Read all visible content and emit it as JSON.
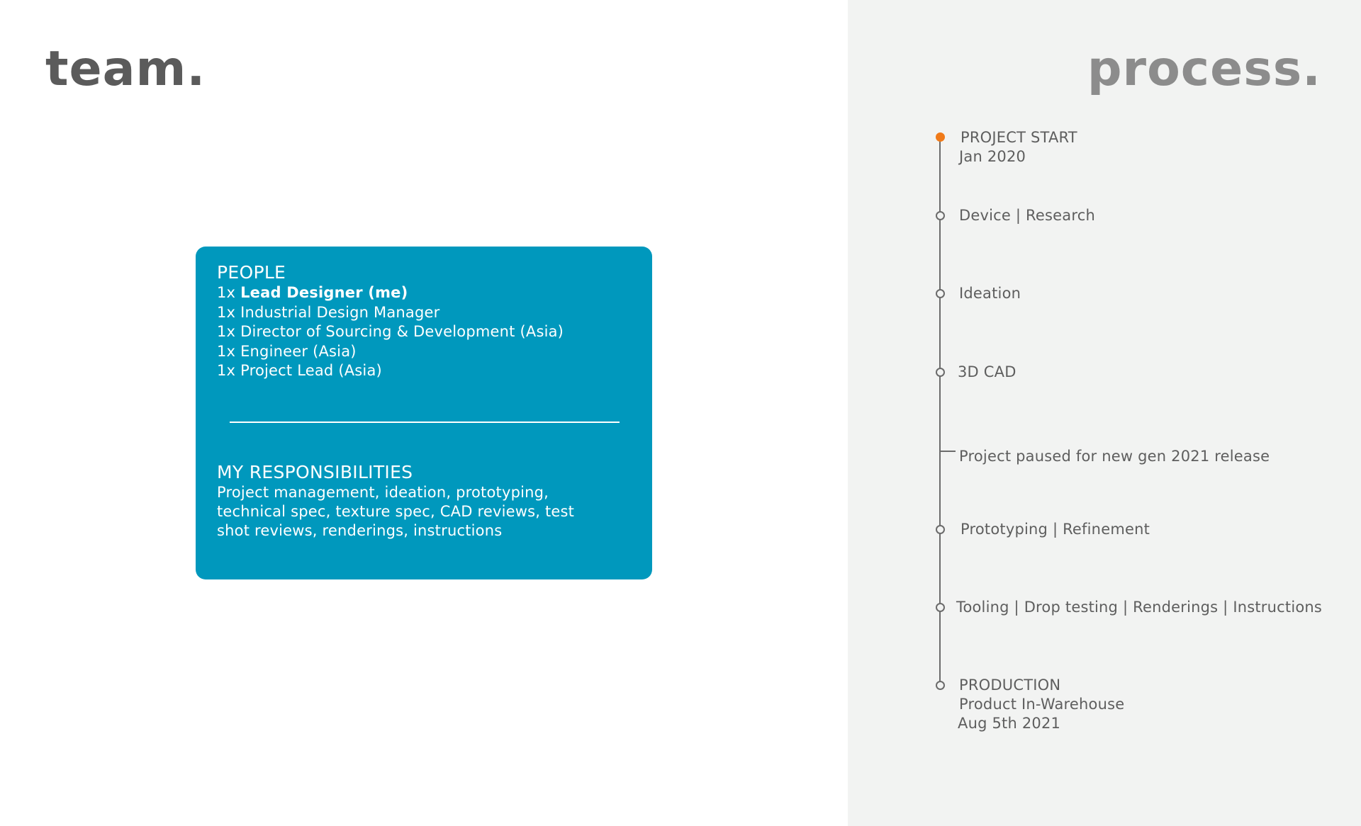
{
  "headings": {
    "team": "team.",
    "process": "process."
  },
  "card": {
    "people_title": "PEOPLE",
    "people": [
      {
        "count": "1x ",
        "role": "Lead Designer (me)",
        "bold": true
      },
      {
        "count": "1x ",
        "role": "Industrial Design Manager",
        "bold": false
      },
      {
        "count": "1x ",
        "role": "Director of Sourcing & Development (Asia)",
        "bold": false
      },
      {
        "count": "1x ",
        "role": "Engineer (Asia)",
        "bold": false
      },
      {
        "count": "1x ",
        "role": "Project Lead (Asia)",
        "bold": false
      }
    ],
    "responsibilities_title": "MY RESPONSIBILITIES",
    "responsibilities_lines": [
      "Project management, ideation, prototyping,",
      "technical spec, texture spec, CAD reviews, test",
      "shot reviews, renderings, instructions"
    ]
  },
  "timeline": {
    "accent_color": "#f07a19",
    "steps": [
      {
        "lines": [
          "PROJECT START",
          "Jan 2020"
        ],
        "marker": "start"
      },
      {
        "lines": [
          "Device | Research"
        ],
        "marker": "node"
      },
      {
        "lines": [
          "Ideation"
        ],
        "marker": "node"
      },
      {
        "lines": [
          "3D CAD"
        ],
        "marker": "node"
      },
      {
        "lines": [
          "Project paused for new gen 2021 release"
        ],
        "marker": "tick"
      },
      {
        "lines": [
          "Prototyping | Refinement"
        ],
        "marker": "node"
      },
      {
        "lines": [
          "Tooling | Drop testing | Renderings | Instructions"
        ],
        "marker": "node"
      },
      {
        "lines": [
          "PRODUCTION",
          "Product In-Warehouse",
          "Aug 5th 2021"
        ],
        "marker": "node"
      }
    ]
  }
}
